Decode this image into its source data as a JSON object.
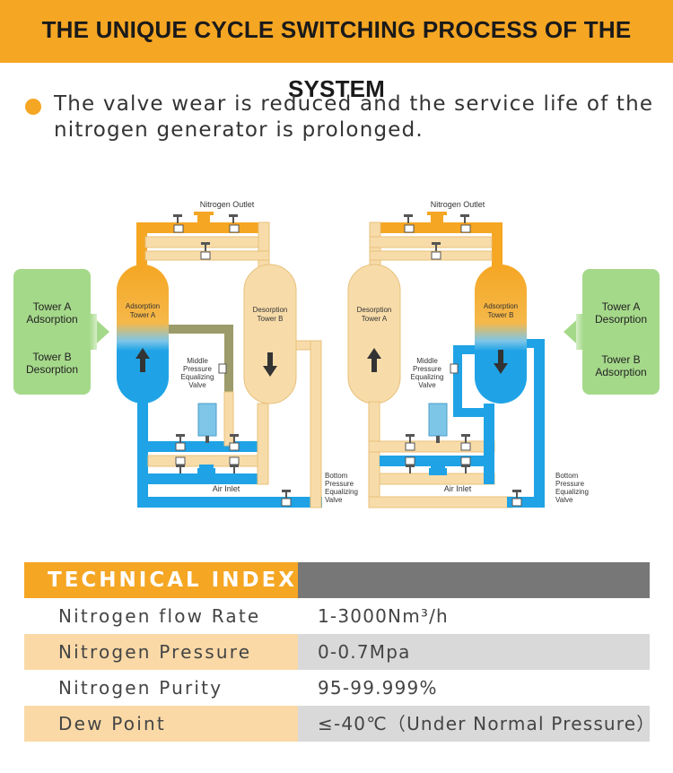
{
  "header": {
    "title": "THE UNIQUE CYCLE SWITCHING PROCESS OF THE SYSTEM"
  },
  "intro": {
    "text": "The valve wear is reduced and the service life of the nitrogen generator is prolonged."
  },
  "colors": {
    "accent": "#f5a623",
    "blue": "#1fa3e6",
    "tan": "#f7dcaa",
    "orange": "#f5a623",
    "green": "#a5d98a",
    "olive": "#9b9b6b"
  },
  "diagram_left": {
    "side_label_1": "Tower A",
    "side_label_2": "Adsorption",
    "side_label_3": "Tower B",
    "side_label_4": "Desorption",
    "nitrogen_outlet": "Nitrogen Outlet",
    "tower_a_1": "Adsorption",
    "tower_a_2": "Tower A",
    "tower_b_1": "Desorption",
    "tower_b_2": "Tower B",
    "middle_1": "Middle",
    "middle_2": "Pressure",
    "middle_3": "Equalizing",
    "middle_4": "Valve",
    "air_inlet": "Air Inlet",
    "bottom_1": "Bottom",
    "bottom_2": "Pressure",
    "bottom_3": "Equalizing",
    "bottom_4": "Valve"
  },
  "diagram_right": {
    "side_label_1": "Tower A",
    "side_label_2": "Desorption",
    "side_label_3": "Tower B",
    "side_label_4": "Adsorption",
    "nitrogen_outlet": "Nitrogen Outlet",
    "tower_a_1": "Desorption",
    "tower_a_2": "Tower A",
    "tower_b_1": "Adsorption",
    "tower_b_2": "Tower B",
    "middle_1": "Middle",
    "middle_2": "Pressure",
    "middle_3": "Equalizing",
    "middle_4": "Valve",
    "air_inlet": "Air Inlet",
    "bottom_1": "Bottom",
    "bottom_2": "Pressure",
    "bottom_3": "Equalizing",
    "bottom_4": "Valve"
  },
  "tech_index": {
    "header": "TECHNICAL INDEX",
    "rows": [
      {
        "label": "Nitrogen flow Rate",
        "value": "1-3000Nm³/h"
      },
      {
        "label": "Nitrogen Pressure",
        "value": "0-0.7Mpa"
      },
      {
        "label": "Nitrogen Purity",
        "value": "95-99.999%"
      },
      {
        "label": "Dew Point",
        "value": "≤-40℃（Under Normal Pressure）"
      }
    ]
  }
}
